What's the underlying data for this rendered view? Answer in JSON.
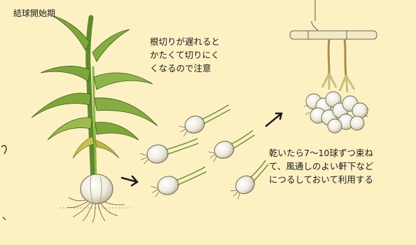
{
  "labels": {
    "stage": "結球開始期",
    "harvest_note": [
      "根切りが遅れると",
      "かたくて切りにく",
      "くなるので注意"
    ],
    "drying_note": [
      "乾いたら7〜10球ずつ束ね",
      "て、風通しのよい軒下など",
      "につるしておいて利用する"
    ]
  },
  "colors": {
    "background": "#fdf1c4",
    "leaf": "#7fa63a",
    "leaf_dark": "#4f7a2a",
    "bulb": "#f4f1e6",
    "bulb_shadow": "#b8b3a0",
    "stem": "#6f8f3a",
    "roots": "#6b5a3c",
    "ink": "#1a1a1a"
  },
  "icons": [
    "garlic-plant-icon",
    "harvested-garlic-icon",
    "hanging-garlic-bundle-icon",
    "arrow-right-icon"
  ]
}
